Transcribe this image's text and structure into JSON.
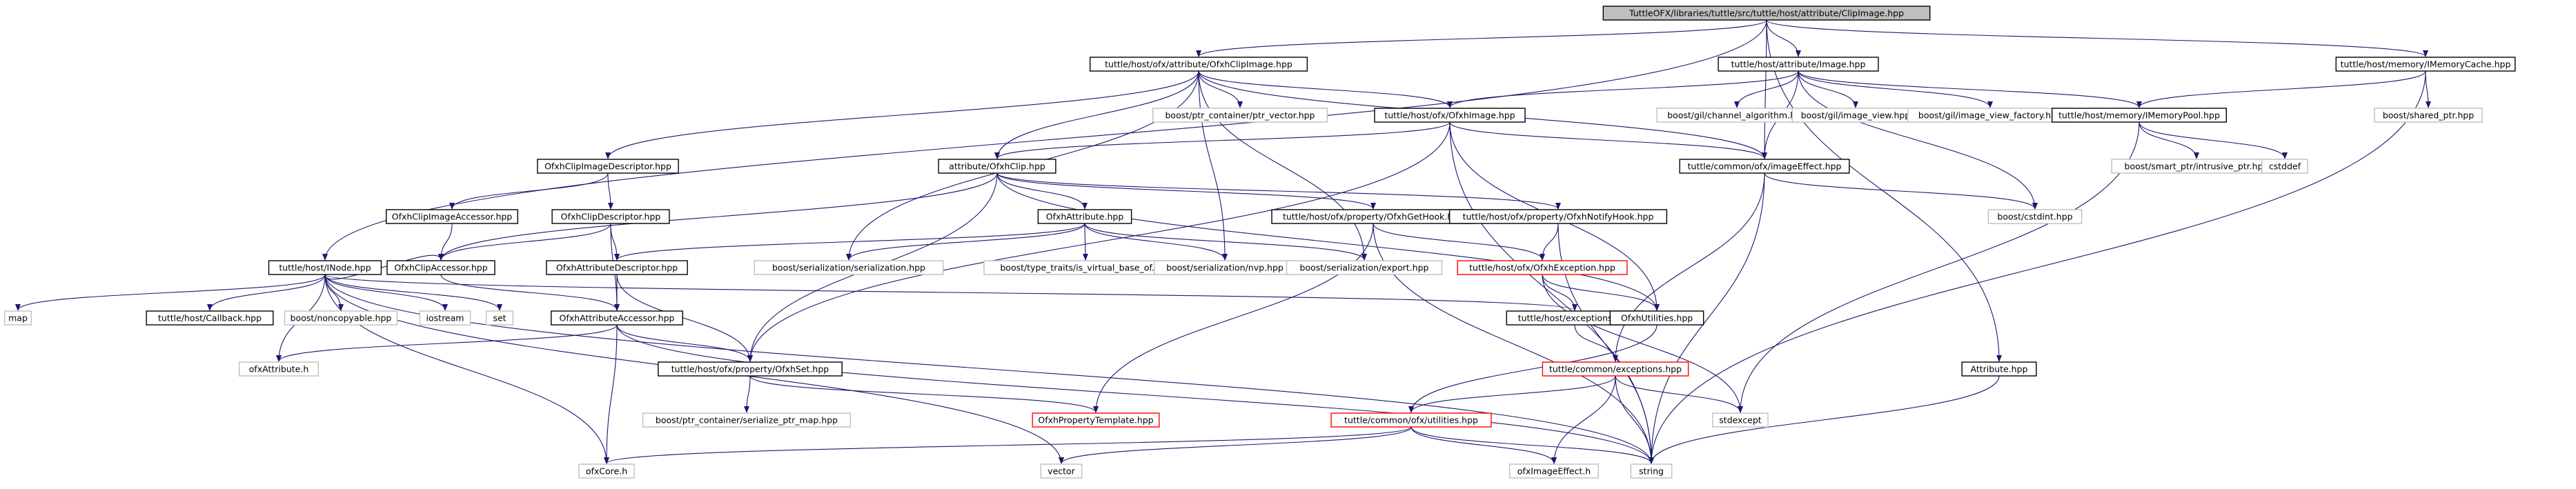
{
  "diagram": {
    "title": "",
    "colors": {
      "edge": "#191970",
      "root_fill": "#bfbfbf",
      "internal_border": "#000000",
      "external_border": "#bfbfbf",
      "red_border": "#ff0000",
      "text": "#000000"
    },
    "nodes": [
      {
        "id": "root",
        "label": "TuttleOFX/libraries/tuttle/src/tuttle/host/attribute/ClipImage.hpp",
        "kind": "root"
      },
      {
        "id": "ofxclipimage_hpp",
        "label": "tuttle/host/ofx/attribute/OfxhClipImage.hpp",
        "kind": "internal"
      },
      {
        "id": "attr_image_hpp",
        "label": "tuttle/host/attribute/Image.hpp",
        "kind": "internal"
      },
      {
        "id": "imemorycache",
        "label": "tuttle/host/memory/IMemoryCache.hpp",
        "kind": "internal"
      },
      {
        "id": "ptr_vector",
        "label": "boost/ptr_container/ptr_vector.hpp",
        "kind": "external"
      },
      {
        "id": "ofxhimage",
        "label": "tuttle/host/ofx/OfxhImage.hpp",
        "kind": "internal"
      },
      {
        "id": "channel_algo",
        "label": "boost/gil/channel_algorithm.hpp",
        "kind": "external"
      },
      {
        "id": "image_view",
        "label": "boost/gil/image_view.hpp",
        "kind": "external"
      },
      {
        "id": "image_view_factory",
        "label": "boost/gil/image_view_factory.hpp",
        "kind": "external"
      },
      {
        "id": "imemorypool",
        "label": "tuttle/host/memory/IMemoryPool.hpp",
        "kind": "internal"
      },
      {
        "id": "shared_ptr",
        "label": "boost/shared_ptr.hpp",
        "kind": "external"
      },
      {
        "id": "clipimagedesc",
        "label": "OfxhClipImageDescriptor.hpp",
        "kind": "internal"
      },
      {
        "id": "ofxhclip",
        "label": "attribute/OfxhClip.hpp",
        "kind": "internal"
      },
      {
        "id": "imageeffect",
        "label": "tuttle/common/ofx/imageEffect.hpp",
        "kind": "internal"
      },
      {
        "id": "smart_ptr",
        "label": "boost/smart_ptr/intrusive_ptr.hpp",
        "kind": "external"
      },
      {
        "id": "cstddef",
        "label": "cstddef",
        "kind": "external"
      },
      {
        "id": "clipimageaccessor",
        "label": "OfxhClipImageAccessor.hpp",
        "kind": "internal"
      },
      {
        "id": "clipdescriptor",
        "label": "OfxhClipDescriptor.hpp",
        "kind": "internal"
      },
      {
        "id": "ofxhattribute",
        "label": "OfxhAttribute.hpp",
        "kind": "internal"
      },
      {
        "id": "gethook",
        "label": "tuttle/host/ofx/property/OfxhGetHook.hpp",
        "kind": "internal"
      },
      {
        "id": "notifyhook",
        "label": "tuttle/host/ofx/property/OfxhNotifyHook.hpp",
        "kind": "internal"
      },
      {
        "id": "cstdint",
        "label": "boost/cstdint.hpp",
        "kind": "external"
      },
      {
        "id": "inode",
        "label": "tuttle/host/INode.hpp",
        "kind": "internal"
      },
      {
        "id": "clipaccessor",
        "label": "OfxhClipAccessor.hpp",
        "kind": "internal"
      },
      {
        "id": "attrdescriptor",
        "label": "OfxhAttributeDescriptor.hpp",
        "kind": "internal"
      },
      {
        "id": "ser_serialization",
        "label": "boost/serialization/serialization.hpp",
        "kind": "external"
      },
      {
        "id": "type_traits",
        "label": "boost/type_traits/is_virtual_base_of.hpp",
        "kind": "external"
      },
      {
        "id": "ser_nvp",
        "label": "boost/serialization/nvp.hpp",
        "kind": "external"
      },
      {
        "id": "ser_export",
        "label": "boost/serialization/export.hpp",
        "kind": "external"
      },
      {
        "id": "ofxhexception",
        "label": "tuttle/host/ofx/OfxhException.hpp",
        "kind": "red"
      },
      {
        "id": "map",
        "label": "map",
        "kind": "external"
      },
      {
        "id": "callback",
        "label": "tuttle/host/Callback.hpp",
        "kind": "internal"
      },
      {
        "id": "noncopyable",
        "label": "boost/noncopyable.hpp",
        "kind": "external"
      },
      {
        "id": "iostream",
        "label": "iostream",
        "kind": "external"
      },
      {
        "id": "set",
        "label": "set",
        "kind": "external"
      },
      {
        "id": "attraccessor",
        "label": "OfxhAttributeAccessor.hpp",
        "kind": "internal"
      },
      {
        "id": "host_exceptions",
        "label": "tuttle/host/exceptions.hpp",
        "kind": "internal"
      },
      {
        "id": "ofxhutilities",
        "label": "OfxhUtilities.hpp",
        "kind": "internal"
      },
      {
        "id": "ofxattribute_h",
        "label": "ofxAttribute.h",
        "kind": "external"
      },
      {
        "id": "ofxhset",
        "label": "tuttle/host/ofx/property/OfxhSet.hpp",
        "kind": "internal"
      },
      {
        "id": "common_exceptions",
        "label": "tuttle/common/exceptions.hpp",
        "kind": "red"
      },
      {
        "id": "attribute_hpp",
        "label": "Attribute.hpp",
        "kind": "internal"
      },
      {
        "id": "serialize_ptr_map",
        "label": "boost/ptr_container/serialize_ptr_map.hpp",
        "kind": "external"
      },
      {
        "id": "proptemplate",
        "label": "OfxhPropertyTemplate.hpp",
        "kind": "red"
      },
      {
        "id": "utilities",
        "label": "tuttle/common/ofx/utilities.hpp",
        "kind": "red"
      },
      {
        "id": "stdexcept",
        "label": "stdexcept",
        "kind": "external"
      },
      {
        "id": "ofxcore",
        "label": "ofxCore.h",
        "kind": "external"
      },
      {
        "id": "vector",
        "label": "vector",
        "kind": "external"
      },
      {
        "id": "ofximageeffect_h",
        "label": "ofxImageEffect.h",
        "kind": "external"
      },
      {
        "id": "string",
        "label": "string",
        "kind": "external"
      }
    ],
    "edges": [
      [
        "root",
        "ofxclipimage_hpp"
      ],
      [
        "root",
        "attr_image_hpp"
      ],
      [
        "root",
        "imemorycache"
      ],
      [
        "root",
        "inode"
      ],
      [
        "root",
        "attribute_hpp"
      ],
      [
        "root",
        "imageeffect"
      ],
      [
        "ofxclipimage_hpp",
        "ptr_vector"
      ],
      [
        "ofxclipimage_hpp",
        "ofxhimage"
      ],
      [
        "ofxclipimage_hpp",
        "clipimagedesc"
      ],
      [
        "ofxclipimage_hpp",
        "ofxhclip"
      ],
      [
        "ofxclipimage_hpp",
        "imageeffect"
      ],
      [
        "ofxclipimage_hpp",
        "ser_serialization"
      ],
      [
        "ofxclipimage_hpp",
        "ser_nvp"
      ],
      [
        "ofxclipimage_hpp",
        "ser_export"
      ],
      [
        "attr_image_hpp",
        "ofxhimage"
      ],
      [
        "attr_image_hpp",
        "channel_algo"
      ],
      [
        "attr_image_hpp",
        "image_view"
      ],
      [
        "attr_image_hpp",
        "image_view_factory"
      ],
      [
        "attr_image_hpp",
        "imemorypool"
      ],
      [
        "attr_image_hpp",
        "imageeffect"
      ],
      [
        "attr_image_hpp",
        "cstdint"
      ],
      [
        "imemorycache",
        "imemorypool"
      ],
      [
        "imemorycache",
        "shared_ptr"
      ],
      [
        "imemorycache",
        "string"
      ],
      [
        "imemorypool",
        "smart_ptr"
      ],
      [
        "imemorypool",
        "cstddef"
      ],
      [
        "imemorypool",
        "stdexcept"
      ],
      [
        "ofxhimage",
        "ofxhclip"
      ],
      [
        "ofxhimage",
        "imageeffect"
      ],
      [
        "ofxhimage",
        "ofxhutilities"
      ],
      [
        "ofxhimage",
        "ofxhset"
      ],
      [
        "ofxhimage",
        "string"
      ],
      [
        "clipimagedesc",
        "clipimageaccessor"
      ],
      [
        "clipimagedesc",
        "clipdescriptor"
      ],
      [
        "clipimageaccessor",
        "clipaccessor"
      ],
      [
        "ofxhclip",
        "ofxhattribute"
      ],
      [
        "ofxhclip",
        "gethook"
      ],
      [
        "ofxhclip",
        "notifyhook"
      ],
      [
        "ofxhclip",
        "clipaccessor"
      ],
      [
        "ofxhclip",
        "ofxhset"
      ],
      [
        "ofxhclip",
        "ofxhutilities"
      ],
      [
        "imageeffect",
        "cstdint"
      ],
      [
        "imageeffect",
        "common_exceptions"
      ],
      [
        "imageeffect",
        "string"
      ],
      [
        "clipdescriptor",
        "clipaccessor"
      ],
      [
        "clipdescriptor",
        "attrdescriptor"
      ],
      [
        "clipdescriptor",
        "attraccessor"
      ],
      [
        "ofxhattribute",
        "attrdescriptor"
      ],
      [
        "ofxhattribute",
        "ser_serialization"
      ],
      [
        "ofxhattribute",
        "type_traits"
      ],
      [
        "ofxhattribute",
        "ser_nvp"
      ],
      [
        "ofxhattribute",
        "ser_export"
      ],
      [
        "gethook",
        "proptemplate"
      ],
      [
        "gethook",
        "ofxhexception"
      ],
      [
        "gethook",
        "string"
      ],
      [
        "notifyhook",
        "ofxhexception"
      ],
      [
        "notifyhook",
        "string"
      ],
      [
        "inode",
        "map"
      ],
      [
        "inode",
        "callback"
      ],
      [
        "inode",
        "noncopyable"
      ],
      [
        "inode",
        "iostream"
      ],
      [
        "inode",
        "set"
      ],
      [
        "inode",
        "host_exceptions"
      ],
      [
        "inode",
        "ofxattribute_h"
      ],
      [
        "inode",
        "ofxcore"
      ],
      [
        "inode",
        "vector"
      ],
      [
        "inode",
        "string"
      ],
      [
        "inode",
        "clipaccessor"
      ],
      [
        "clipaccessor",
        "attraccessor"
      ],
      [
        "attrdescriptor",
        "attraccessor"
      ],
      [
        "attrdescriptor",
        "ofxhset"
      ],
      [
        "attraccessor",
        "ofxattribute_h"
      ],
      [
        "attraccessor",
        "ofxhset"
      ],
      [
        "attraccessor",
        "ofxcore"
      ],
      [
        "attraccessor",
        "string"
      ],
      [
        "ofxhexception",
        "host_exceptions"
      ],
      [
        "ofxhexception",
        "ofxhutilities"
      ],
      [
        "ofxhexception",
        "stdexcept"
      ],
      [
        "host_exceptions",
        "common_exceptions"
      ],
      [
        "ofxhutilities",
        "utilities"
      ],
      [
        "ofxhset",
        "serialize_ptr_map"
      ],
      [
        "ofxhset",
        "proptemplate"
      ],
      [
        "common_exceptions",
        "utilities"
      ],
      [
        "common_exceptions",
        "stdexcept"
      ],
      [
        "common_exceptions",
        "string"
      ],
      [
        "common_exceptions",
        "ofximageeffect_h"
      ],
      [
        "utilities",
        "ofxcore"
      ],
      [
        "utilities",
        "vector"
      ],
      [
        "utilities",
        "ofximageeffect_h"
      ],
      [
        "utilities",
        "string"
      ],
      [
        "attribute_hpp",
        "string"
      ]
    ]
  }
}
